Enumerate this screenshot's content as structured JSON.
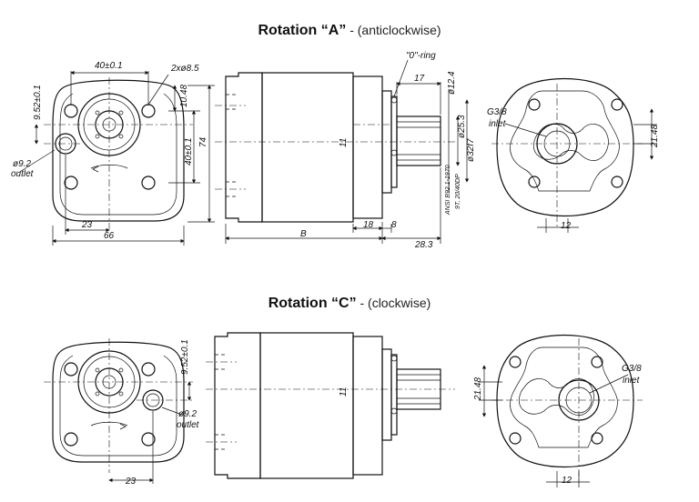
{
  "rotation_a": {
    "title_main": "Rotation “A”",
    "title_sub": " - (anticlockwise)",
    "dims": {
      "bolt_spacing": "40±0.1",
      "holes": "2xø8.5",
      "offset": "9.52±0.1",
      "right_offset": "10.48",
      "height_spacing": "40±0.1",
      "height": "74",
      "outlet_size": "ø9.2",
      "outlet_label": "outlet",
      "port_offset": "23",
      "width": "66",
      "shaft_center": "11",
      "length": "B",
      "flange_len": "18",
      "flange_step": "8",
      "shaft_len": "28.3",
      "oring": "\"0\"-ring",
      "key_len": "17",
      "dia1": "ø12.4",
      "dia2": "ø25.3",
      "dia3": "ø32f7",
      "std1": "ANSI B92.1-1970",
      "std2": "9T, 20/40DP",
      "inlet_size": "G3/8",
      "inlet_label": "inlet",
      "inlet_offset": "21.48",
      "inlet_width": "12"
    }
  },
  "rotation_c": {
    "title_main": "Rotation “C”",
    "title_sub": " - (clockwise)",
    "dims": {
      "offset": "9.52±0.1",
      "outlet_size": "ø9.2",
      "outlet_label": "outlet",
      "port_offset": "23",
      "shaft_center": "11",
      "inlet_size": "G3/8",
      "inlet_label": "inlet",
      "inlet_offset": "21.48",
      "inlet_width": "12"
    }
  }
}
